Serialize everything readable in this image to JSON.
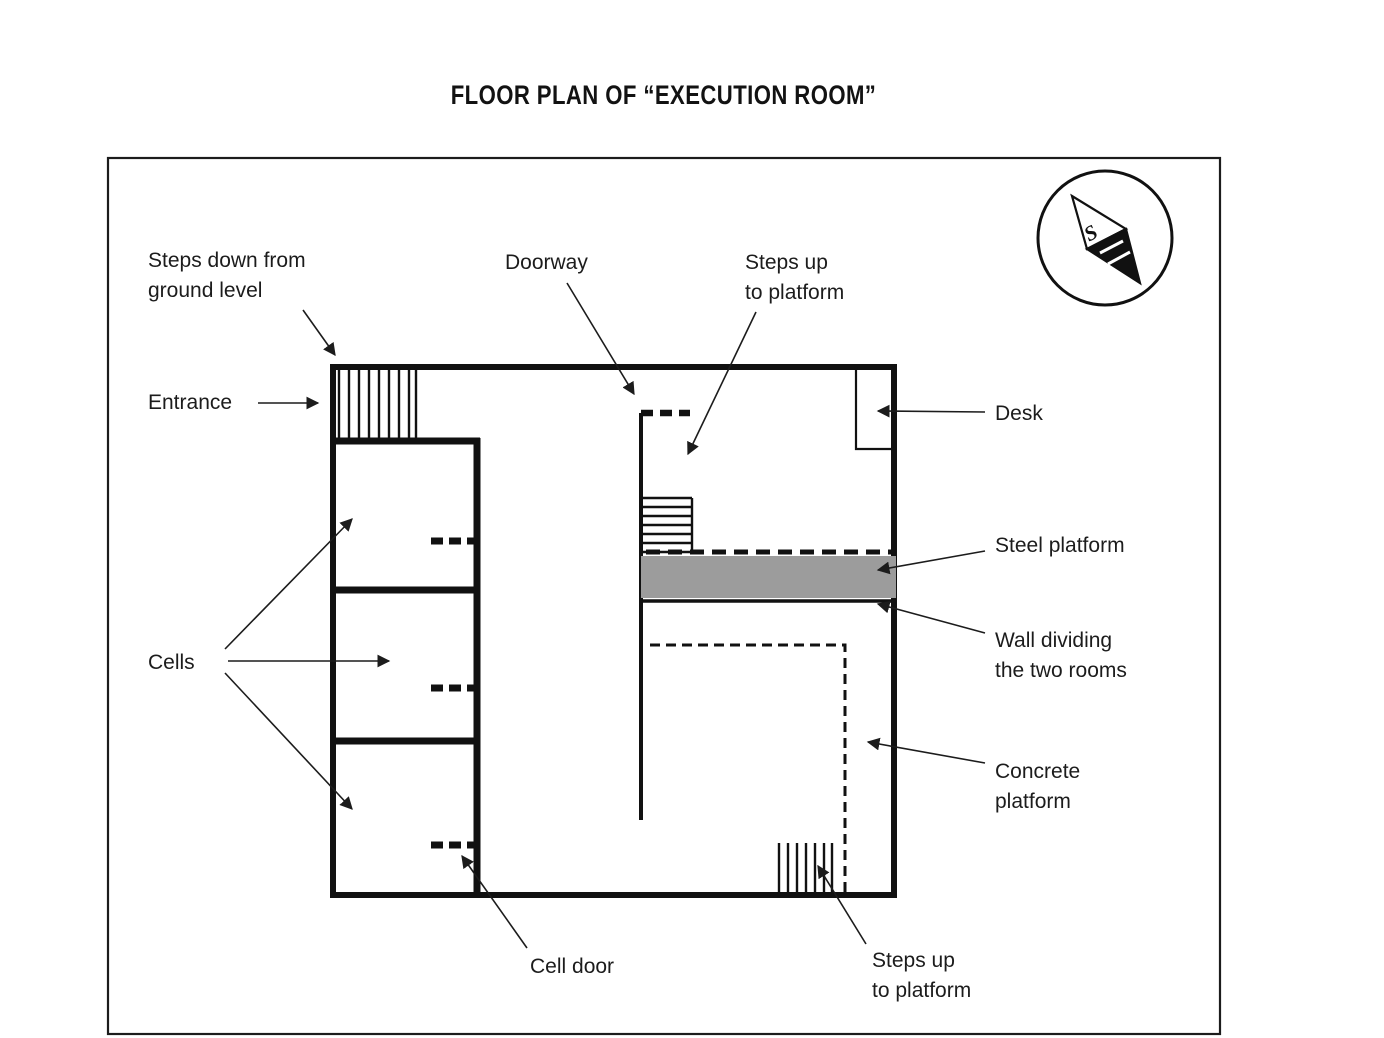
{
  "title": "FLOOR PLAN OF “EXECUTION ROOM”",
  "compass": {
    "letter": "S"
  },
  "labels": {
    "steps_down": "Steps down from\nground level",
    "entrance": "Entrance",
    "doorway": "Doorway",
    "steps_up_top": "Steps up\nto platform",
    "desk": "Desk",
    "steel_platform": "Steel platform",
    "wall_dividing": "Wall dividing\nthe two rooms",
    "cells": "Cells",
    "concrete_platform": "Concrete\nplatform",
    "cell_door": "Cell door",
    "steps_up_bottom": "Steps up\nto platform"
  },
  "colors": {
    "line": "#1c1c1c",
    "steel_platform_fill": "#9c9c9c"
  }
}
